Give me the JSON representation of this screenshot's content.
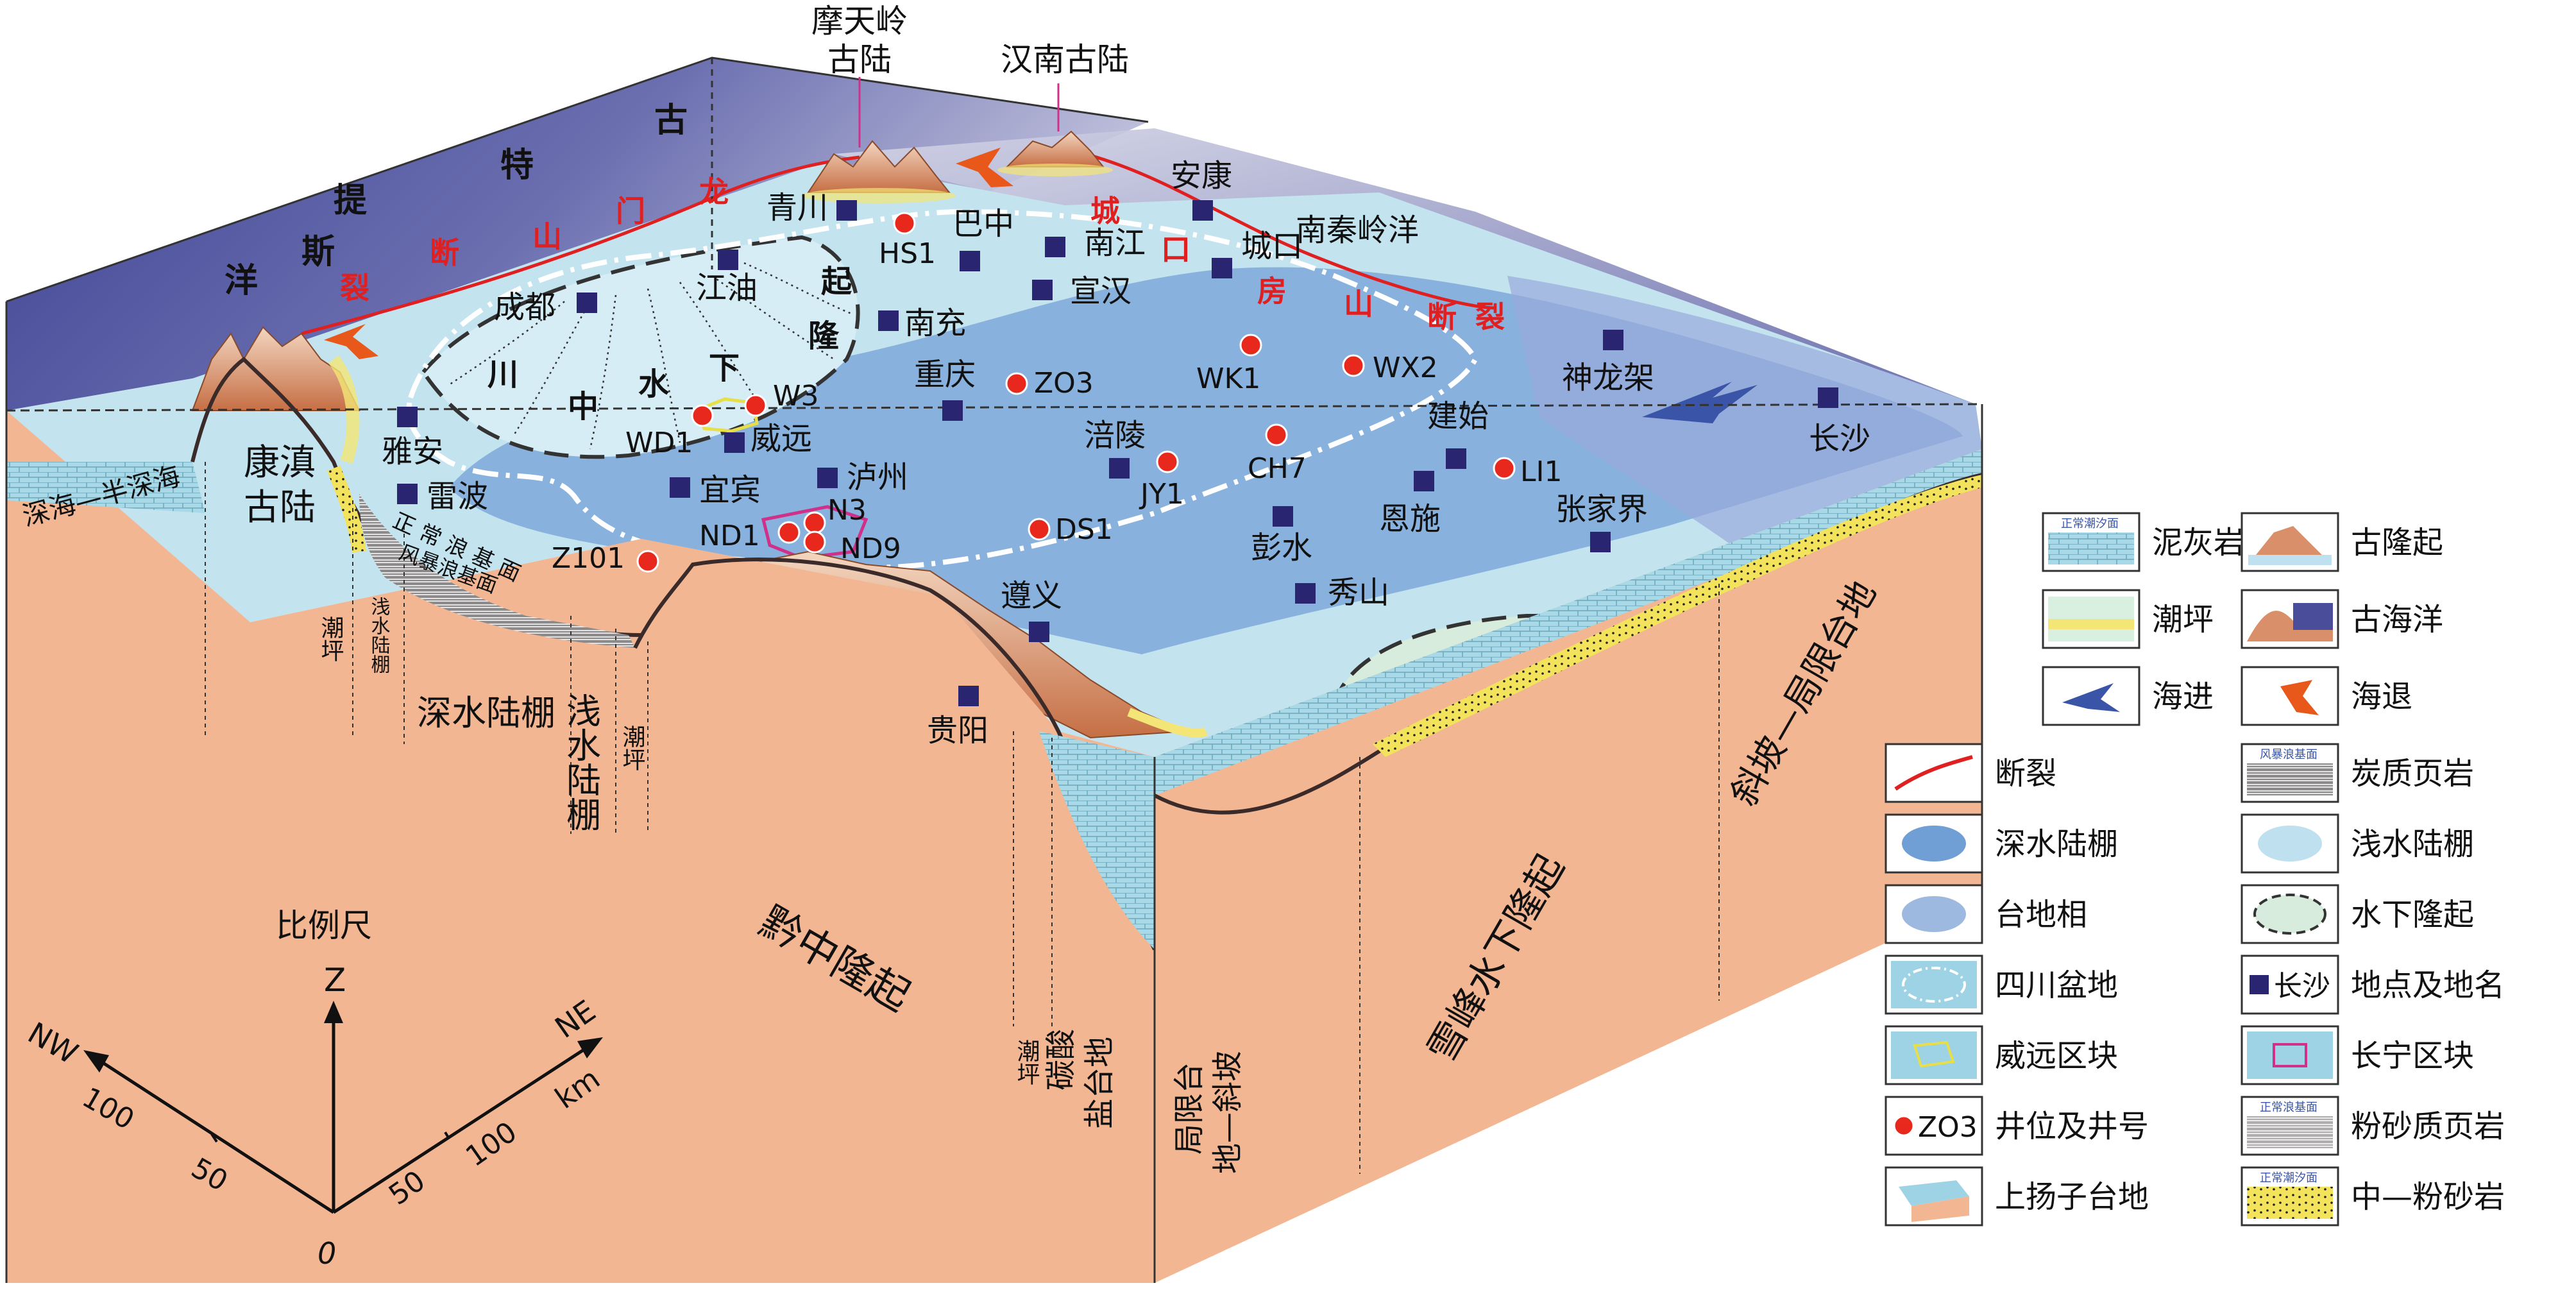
{
  "ocean": {
    "characters": [
      "古",
      "特",
      "提",
      "斯",
      "洋"
    ],
    "south_qinling": "南秦岭洋"
  },
  "peaks": {
    "motianling": [
      "摩天岭",
      "古陆"
    ],
    "hannan": "汉南古陆"
  },
  "fault_text": {
    "longmen": [
      "龙",
      "门",
      "山",
      "断",
      "裂"
    ],
    "chengkou": [
      "城",
      "口",
      "房",
      "山",
      "断",
      "裂"
    ]
  },
  "uplift_text": {
    "chuanzhong": [
      "川",
      "中",
      "水",
      "下",
      "起",
      "隆"
    ]
  },
  "places": [
    {
      "name": "青川"
    },
    {
      "name": "巴中"
    },
    {
      "name": "安康"
    },
    {
      "name": "南江"
    },
    {
      "name": "城口"
    },
    {
      "name": "江油"
    },
    {
      "name": "宣汉"
    },
    {
      "name": "成都"
    },
    {
      "name": "南充"
    },
    {
      "name": "神龙架"
    },
    {
      "name": "重庆"
    },
    {
      "name": "雅安"
    },
    {
      "name": "威远"
    },
    {
      "name": "涪陵"
    },
    {
      "name": "建始"
    },
    {
      "name": "长沙"
    },
    {
      "name": "雷波"
    },
    {
      "name": "宜宾"
    },
    {
      "name": "泸州"
    },
    {
      "name": "恩施"
    },
    {
      "name": "张家界"
    },
    {
      "name": "彭水"
    },
    {
      "name": "秀山"
    },
    {
      "name": "遵义"
    },
    {
      "name": "贵阳"
    }
  ],
  "wells": [
    {
      "name": "HS1"
    },
    {
      "name": "WK1"
    },
    {
      "name": "WX2"
    },
    {
      "name": "ZO3"
    },
    {
      "name": "W3"
    },
    {
      "name": "WD1"
    },
    {
      "name": "CH7"
    },
    {
      "name": "JY1"
    },
    {
      "name": "LI1"
    },
    {
      "name": "N3"
    },
    {
      "name": "ND1"
    },
    {
      "name": "ND9"
    },
    {
      "name": "DS1"
    },
    {
      "name": "Z101"
    }
  ],
  "cross_section": {
    "deep_sea": "深海—半深海",
    "kangdian": [
      "康滇",
      "古陆"
    ],
    "tidal_flat": "潮坪",
    "shallow_shelf_small": "浅水陆棚",
    "normal_wave_base": "正 常 浪 基 面",
    "storm_wave_base": "风暴浪基面",
    "deep_shelf": "深水陆棚",
    "shallow_shelf": "浅水陆棚",
    "tidal_flat_2": "潮坪",
    "qianzhong": "黔中隆起",
    "tidal_flat_3": "潮坪",
    "carbonate_platform": [
      "碳酸",
      "盐台地"
    ],
    "restricted_slope": [
      "局限台",
      "地—斜坡"
    ],
    "xuefeng": "雪峰水下隆起",
    "slope_restricted": "斜坡—局限台地"
  },
  "scale": {
    "title": "比例尺",
    "z": "Z",
    "nw": "NW",
    "ne": "NE",
    "km": "km",
    "origin": "0",
    "ticks_left": [
      "50",
      "100"
    ],
    "ticks_right": [
      "50",
      "100"
    ]
  },
  "legend": [
    {
      "label": "泥灰岩",
      "swatch": "marl",
      "header": "正常潮汐面"
    },
    {
      "label": "古隆起",
      "swatch": "paleo-uplift"
    },
    {
      "label": "潮坪",
      "swatch": "tidal-flat"
    },
    {
      "label": "古海洋",
      "swatch": "paleo-ocean"
    },
    {
      "label": "海进",
      "swatch": "transgression"
    },
    {
      "label": "海退",
      "swatch": "regression"
    },
    {
      "label": "断裂",
      "swatch": "fault"
    },
    {
      "label": "炭质页岩",
      "swatch": "carbon-shale",
      "header": "风暴浪基面"
    },
    {
      "label": "深水陆棚",
      "swatch": "deep-shelf"
    },
    {
      "label": "浅水陆棚",
      "swatch": "shallow-shelf"
    },
    {
      "label": "台地相",
      "swatch": "platform"
    },
    {
      "label": "水下隆起",
      "swatch": "underwater-uplift"
    },
    {
      "label": "四川盆地",
      "swatch": "sichuan-basin"
    },
    {
      "label": "地点及地名",
      "swatch": "place",
      "inner": "长沙"
    },
    {
      "label": "威远区块",
      "swatch": "weiyuan-block"
    },
    {
      "label": "长宁区块",
      "swatch": "changning-block"
    },
    {
      "label": "井位及井号",
      "swatch": "well",
      "inner": "ZO3"
    },
    {
      "label": "粉砂质页岩",
      "swatch": "silty-shale",
      "header": "正常浪基面"
    },
    {
      "label": "上扬子台地",
      "swatch": "upper-yangtze"
    },
    {
      "label": "中—粉砂岩",
      "swatch": "sandstone",
      "header": "正常潮汐面"
    }
  ],
  "colors": {
    "ocean_dark": "#4a4e9a",
    "ocean_light": "#c9cbe0",
    "deep_shelf": "#6f9fd4",
    "shallow_shelf": "#bfe0ee",
    "platform": "#9db9e0",
    "section_salmon": "#f3b692",
    "fault_red": "#e02020",
    "well_red": "#e8281c",
    "place_square": "#2a2570",
    "mountain": "#d9906a",
    "tidal_yellow": "#f4e676"
  }
}
